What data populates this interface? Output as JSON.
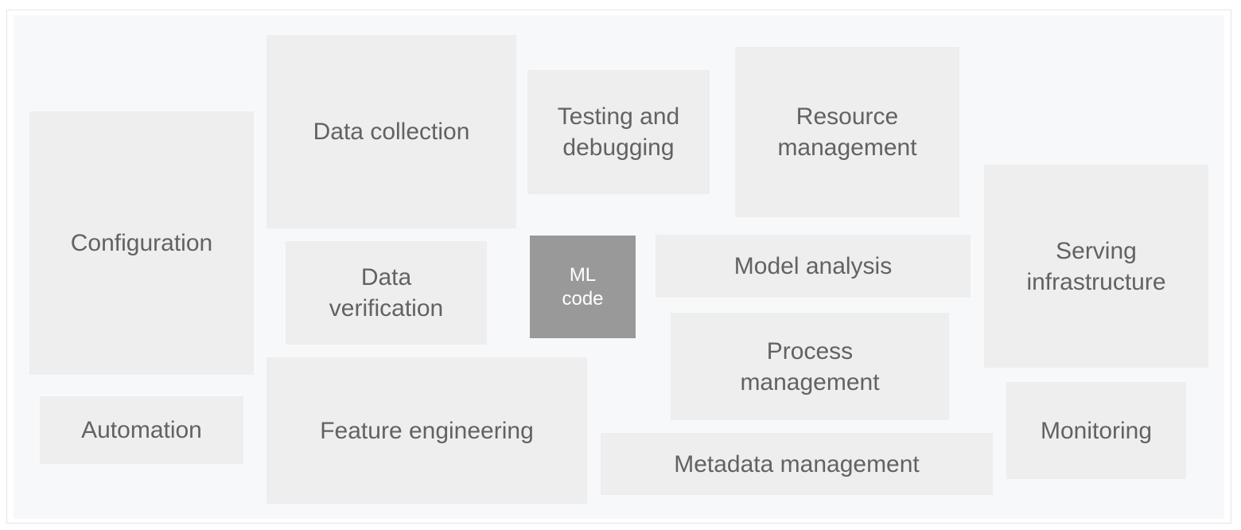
{
  "diagram": {
    "boxes": {
      "configuration": "Configuration",
      "automation": "Automation",
      "data_collection": "Data collection",
      "data_verification": "Data\nverification",
      "feature_engineering": "Feature engineering",
      "testing_debugging": "Testing and\ndebugging",
      "ml_code": "ML\ncode",
      "resource_management": "Resource\nmanagement",
      "model_analysis": "Model analysis",
      "process_management": "Process\nmanagement",
      "metadata_management": "Metadata management",
      "serving_infrastructure": "Serving\ninfrastructure",
      "monitoring": "Monitoring"
    },
    "colors": {
      "box_fill": "#eeeeee",
      "box_text": "#626262",
      "ml_fill": "#999999",
      "ml_text": "#ffffff",
      "background": "#f7f8fa"
    }
  }
}
